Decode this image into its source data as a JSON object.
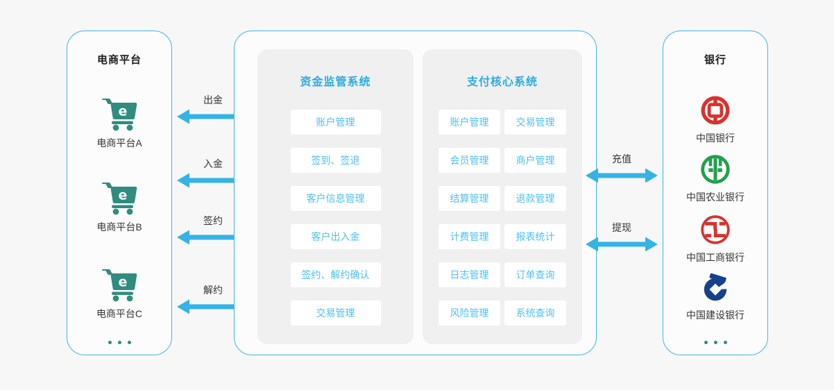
{
  "colors": {
    "accent_cyan": "#29abe2",
    "arrow_cyan": "#33b3e6",
    "teal": "#2f8c7e",
    "boc_red": "#d8322d",
    "abc_green": "#21a14c",
    "icbc_red": "#d8322d",
    "ccb_navy": "#15418c",
    "item_text": "#4ebfef",
    "subpanel_gray": "#f0f0f1"
  },
  "left_panel": {
    "title": "电商平台",
    "platforms": [
      {
        "icon": "shopping-cart-icon",
        "label": "电商平台A"
      },
      {
        "icon": "shopping-cart-icon",
        "label": "电商平台B"
      },
      {
        "icon": "shopping-cart-icon",
        "label": "电商平台C"
      }
    ],
    "more_indicator": "ellipsis-dots"
  },
  "left_flows": [
    {
      "label": "出金"
    },
    {
      "label": "入金"
    },
    {
      "label": "签约"
    },
    {
      "label": "解约"
    }
  ],
  "middle": {
    "supervision": {
      "title": "资金监管系统",
      "items": [
        "账户管理",
        "签到、签退",
        "客户信息管理",
        "客户出入金",
        "签约、解约确认",
        "交易管理"
      ]
    },
    "payment": {
      "title": "支付核心系统",
      "items": [
        "账户管理",
        "交易管理",
        "会员管理",
        "商户管理",
        "结算管理",
        "退款管理",
        "计费管理",
        "报表统计",
        "日志管理",
        "订单查询",
        "风险管理",
        "系统查询"
      ]
    }
  },
  "right_flows": [
    {
      "label": "充值"
    },
    {
      "label": "提现"
    }
  ],
  "bank_panel": {
    "title": "银行",
    "banks": [
      {
        "icon": "bank-of-china-logo",
        "label": "中国银行"
      },
      {
        "icon": "agricultural-bank-of-china-logo",
        "label": "中国农业银行"
      },
      {
        "icon": "icbc-logo",
        "label": "中国工商银行"
      },
      {
        "icon": "china-construction-bank-logo",
        "label": "中国建设银行"
      }
    ],
    "more_indicator": "ellipsis-dots"
  }
}
